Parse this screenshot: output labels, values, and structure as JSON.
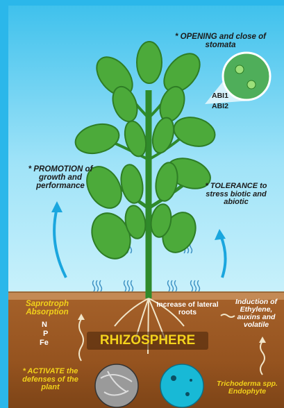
{
  "labels": {
    "stomata": "* OPENING and close of stomata",
    "abi1": "ABI1",
    "abi2": "ABI2",
    "promotion": "* PROMOTION of growth and performance",
    "tolerance": "* TOLERANCE to stress biotic and abiotic",
    "saprotroph": "Saprotroph Absorption",
    "nutrient_n": "N",
    "nutrient_p": "P",
    "nutrient_fe": "Fe",
    "lateral_roots": "Increase of lateral roots",
    "induction": "Induction of Ethylene, auxins and volatile",
    "rhizosphere": "RHIZOSPHERE",
    "activate": "* ACTIVATE the defenses of the plant",
    "trichoderma": "Trichoderma spp. Endophyte"
  },
  "colors": {
    "sky": "#3cc0ec",
    "soil": "#95531f",
    "leaf": "#4caa3a",
    "leaf_dark": "#2e7d25",
    "stem": "#2f8a2a",
    "arrow": "#1aa6de",
    "highlight_text": "#f2d11b"
  },
  "icons": [
    "plant-illustration",
    "stomata-zoom-circle",
    "growth-arrow",
    "tolerance-arrow",
    "water-vapor-icon",
    "root-system",
    "fungus-micrograph",
    "trichoderma-micrograph",
    "wavy-arrow"
  ]
}
